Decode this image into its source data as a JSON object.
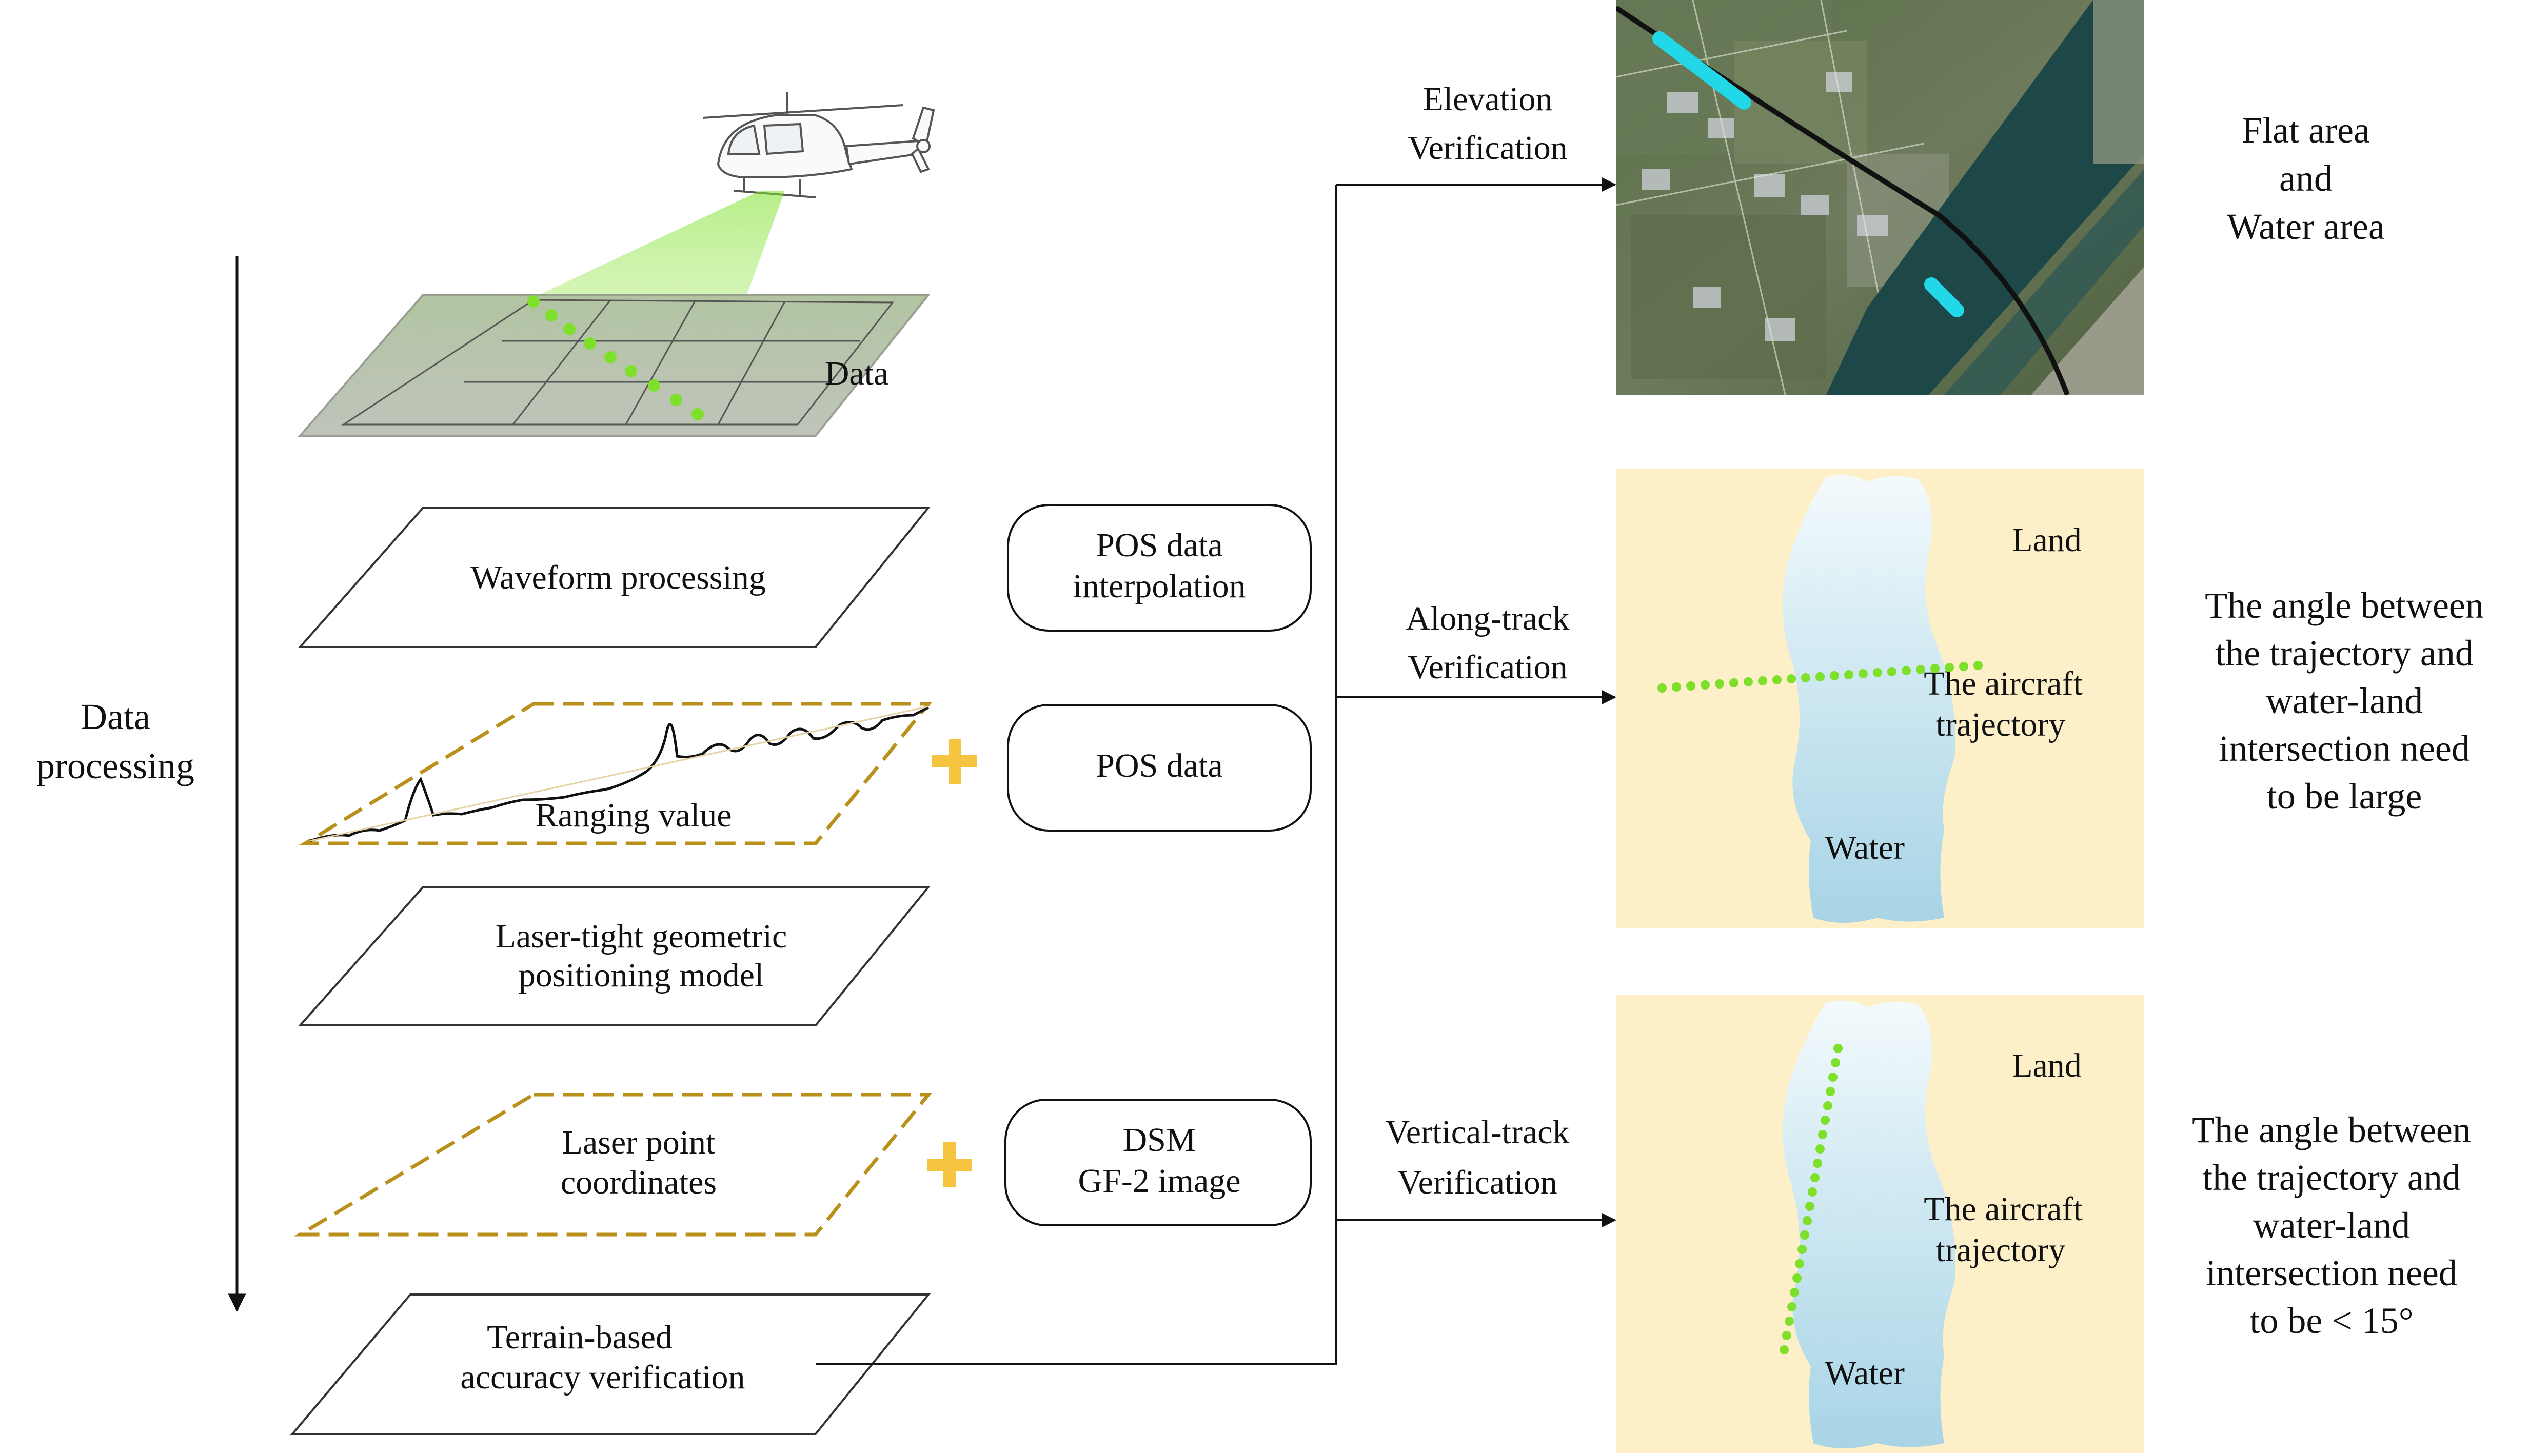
{
  "labels": {
    "data": "Data",
    "data_processing": [
      "Data",
      "processing"
    ],
    "waveform_processing": "Waveform processing",
    "ranging_value": "Ranging value",
    "laser_tight_model": [
      "Laser-tight geometric",
      "positioning model"
    ],
    "laser_point_coordinates": [
      "Laser point",
      "coordinates"
    ],
    "terrain_verification": [
      "Terrain-based",
      "accuracy verification"
    ],
    "pos_interpolation": [
      "POS data",
      "interpolation"
    ],
    "pos_data": "POS data",
    "dsm_gf2": [
      "DSM",
      "GF-2 image"
    ],
    "elevation_verification": [
      "Elevation",
      "Verification"
    ],
    "along_track_verification": [
      "Along-track",
      "Verification"
    ],
    "vertical_track_verification": [
      "Vertical-track",
      "Verification"
    ]
  },
  "panels": {
    "elevation": {
      "note": [
        "Flat area",
        "and",
        "Water area"
      ]
    },
    "along_track": {
      "land": "Land",
      "water": "Water",
      "trajectory": [
        "The aircraft",
        "trajectory"
      ],
      "note": [
        "The angle between",
        "the trajectory and",
        "water-land",
        "intersection need",
        "to be large"
      ]
    },
    "vertical_track": {
      "land": "Land",
      "water": "Water",
      "trajectory": [
        "The aircraft",
        "trajectory"
      ],
      "note": [
        "The angle between",
        "the trajectory and",
        "water-land",
        "intersection need",
        "to be < 15°"
      ]
    }
  },
  "colors": {
    "dashed_border": "#b8901a",
    "plus": "#f5c542",
    "track_dots": "#7ee02a",
    "land_bg": "#fdf0c8",
    "water": "#b8dcea",
    "highlight": "#22d8e8",
    "beam": "#c8f5a0"
  }
}
